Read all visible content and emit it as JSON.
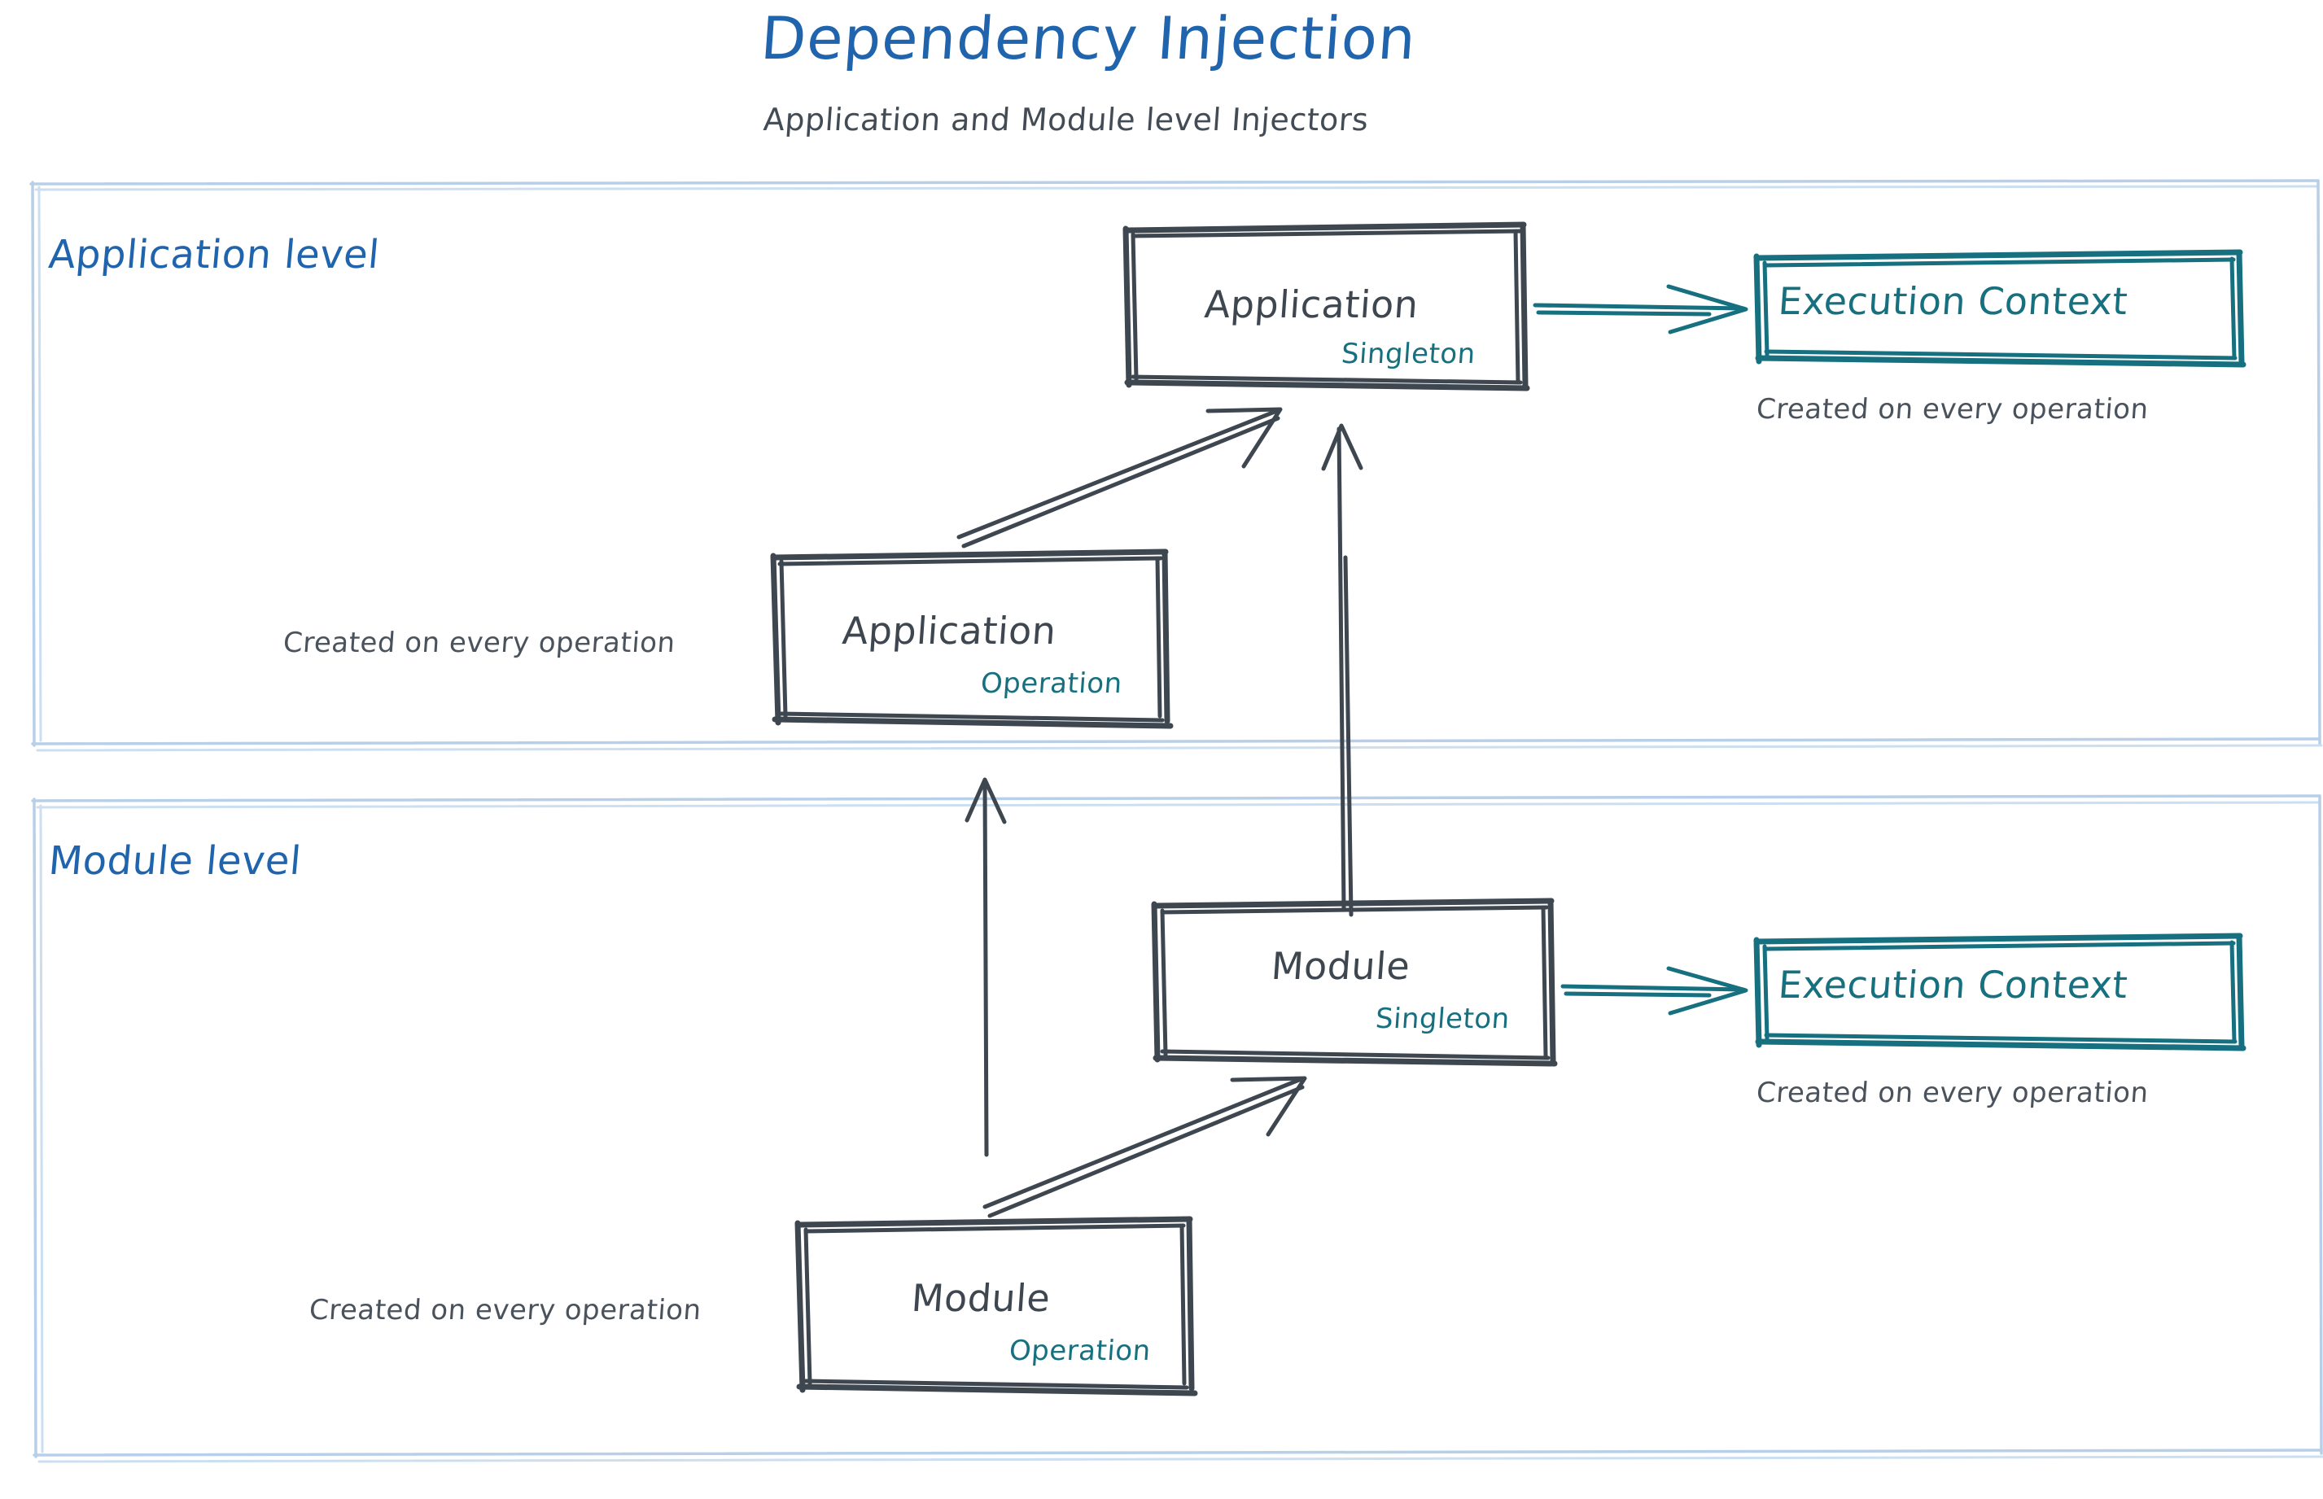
{
  "header": {
    "title": "Dependency Injection",
    "subtitle": "Application and Module level Injectors",
    "title_color": "#1f64ad",
    "subtitle_color": "#434b55"
  },
  "colors": {
    "panel_border": "#b7cfe8",
    "sketch_dark": "#3e4650",
    "teal": "#17707f",
    "blue": "#1f64ad",
    "background": "#ffffff"
  },
  "panels": [
    {
      "label": "Application level"
    },
    {
      "label": "Module level"
    }
  ],
  "application_level": {
    "label": "Application level",
    "singleton_box": {
      "title": "Application",
      "scope": "Singleton"
    },
    "operation_box": {
      "title": "Application",
      "scope": "Operation",
      "caption": "Created on every operation"
    },
    "execution_context": {
      "title": "Execution Context",
      "caption": "Created on every operation"
    }
  },
  "module_level": {
    "label": "Module level",
    "singleton_box": {
      "title": "Module",
      "scope": "Singleton"
    },
    "operation_box": {
      "title": "Module",
      "scope": "Operation",
      "caption": "Created on every operation"
    },
    "execution_context": {
      "title": "Execution Context",
      "caption": "Created on every operation"
    }
  },
  "arrows": [
    {
      "name": "application-singleton-to-execution-context",
      "color": "#17707f"
    },
    {
      "name": "application-operation-to-application-singleton",
      "color": "#3e4650"
    },
    {
      "name": "module-singleton-to-application-singleton",
      "color": "#3e4650"
    },
    {
      "name": "module-operation-to-application-operation",
      "color": "#3e4650"
    },
    {
      "name": "module-operation-to-module-singleton",
      "color": "#3e4650"
    },
    {
      "name": "module-singleton-to-execution-context",
      "color": "#17707f"
    }
  ]
}
